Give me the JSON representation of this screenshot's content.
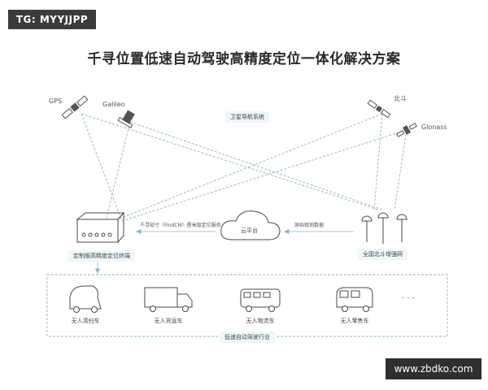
{
  "watermark_top": "TG: MYYJJPP",
  "watermark_bottom": "www.zbdko.com",
  "title": "千寻位置低速自动驾驶高精度定位一体化解决方案",
  "satellites": {
    "gps": "GPS",
    "galileo": "Galileo",
    "beidou": "北斗",
    "glonass": "Glonass",
    "nav_system": "卫星导航系统"
  },
  "links": {
    "findcm": "千寻知寸（FindCM）厘米级定位服务",
    "raw_data": "原始观测数据"
  },
  "nodes": {
    "terminal": "定制版高精度定位终端",
    "cloud": "云平台",
    "stations": "全国北斗增强网"
  },
  "vehicles": [
    {
      "name": "无人清扫车",
      "icon": "sweeper-icon"
    },
    {
      "name": "无人货运车",
      "icon": "truck-icon"
    },
    {
      "name": "无人物流车",
      "icon": "logistics-van-icon"
    },
    {
      "name": "无人零售车",
      "icon": "retail-bus-icon"
    }
  ],
  "ellipsis": "· · ·",
  "industry": "低速自动驾驶行业",
  "colors": {
    "accent": "#7fb9cf",
    "line": "#8fb7a8",
    "icon_stroke": "#4a4a4a",
    "label_bg": "#eef7fb"
  }
}
